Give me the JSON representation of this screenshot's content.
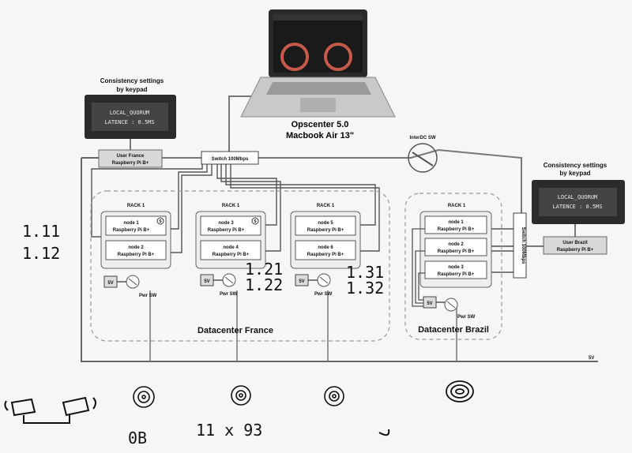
{
  "laptop": {
    "title": "Opscenter 5.0",
    "model": "Macbook Air 13\""
  },
  "lcd_left": {
    "caption_line1": "Consistency settings",
    "caption_line2": "by keypad",
    "line1": "LOCAL_QUORUM",
    "line2": "LATENCE : 0.5MS"
  },
  "lcd_right": {
    "caption_line1": "Consistency settings",
    "caption_line2": "by keypad",
    "line1": "LOCAL_QUORUM",
    "line2": "LATENCE : 0.5MS"
  },
  "user_france": {
    "line1": "User France",
    "line2": "Raspberry Pi B+"
  },
  "user_brazil": {
    "line1": "User Brazil",
    "line2": "Raspberry Pi B+"
  },
  "switch_main": "Switch 100Mbps",
  "switch_brazil": "Switch 100Mbps",
  "interdc": "InterDC SW",
  "rack_label": "RACK 1",
  "pi_model": "Raspberry Pi B+",
  "seed_mark": "S",
  "supply_5v": "5V",
  "pwr_sw": "Pwr SW",
  "rail_5v": "5V",
  "racks": [
    {
      "nodes": [
        "node 1",
        "node 2"
      ]
    },
    {
      "nodes": [
        "node 3",
        "node 4"
      ]
    },
    {
      "nodes": [
        "node 5",
        "node 6"
      ]
    },
    {
      "nodes": [
        "node 1",
        "node 2",
        "node 3"
      ]
    }
  ],
  "datacenter_france": "Datacenter France",
  "datacenter_brazil": "Datacenter Brazil",
  "handwritten": {
    "a1": "1.11",
    "a2": "1.12",
    "b1": "1.21",
    "b2": "1.22",
    "c1": "1.31",
    "c2": "1.32",
    "bottom_left": "0B",
    "bottom_mid": "11 x 93"
  }
}
